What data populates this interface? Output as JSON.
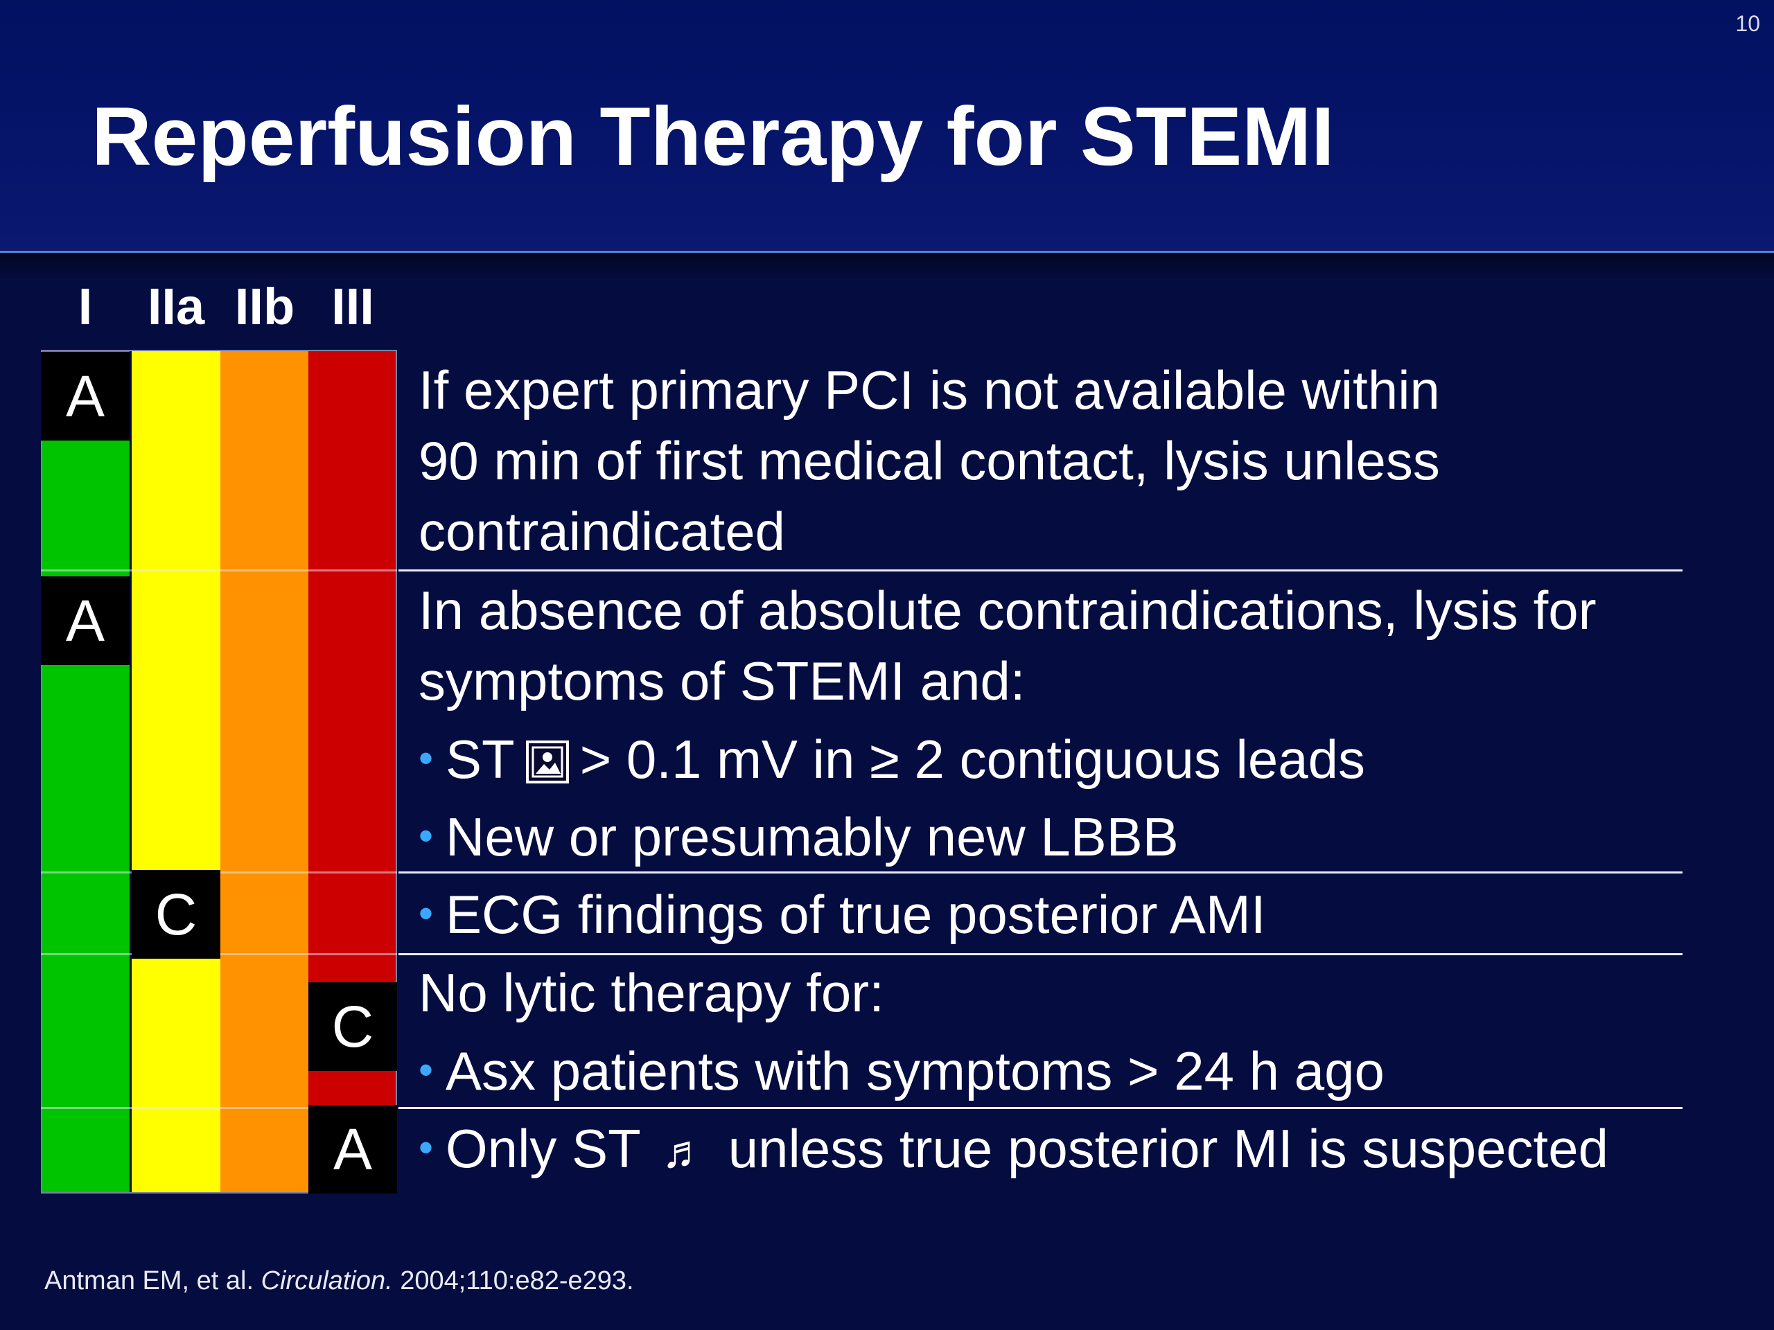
{
  "slide": {
    "number": "10",
    "title": "Reperfusion Therapy for STEMI"
  },
  "classes": {
    "I": "I",
    "IIa": "IIa",
    "IIb": "IIb",
    "III": "III"
  },
  "colors": {
    "class_I": "#00c400",
    "class_IIa": "#ffff00",
    "class_IIb": "#ff9200",
    "class_III": "#cc0000",
    "bullet": "#3aa8ff"
  },
  "recommendations": [
    {
      "level": "A",
      "class": "I",
      "lines": [
        "If expert primary PCI is not available within",
        "90 min of first medical contact, lysis unless",
        "contraindicated"
      ]
    },
    {
      "level": "A",
      "class": "I",
      "lines": [
        "In absence of absolute contraindications, lysis for",
        "symptoms of STEMI and:"
      ],
      "bullets": [
        {
          "pre": "ST",
          "icon": "broken-image-icon",
          "post": "> 0.1 mV in ≥ 2 contiguous leads"
        },
        {
          "text": "New or presumably new LBBB"
        }
      ]
    },
    {
      "level": "C",
      "class": "IIa",
      "bullets": [
        {
          "text": "ECG findings of true posterior AMI"
        }
      ]
    },
    {
      "level": "C",
      "class": "III",
      "lines": [
        "No lytic therapy for:"
      ],
      "bullets": [
        {
          "text": "Asx patients with symptoms > 24 h ago"
        }
      ]
    },
    {
      "level": "A",
      "class": "III",
      "bullets": [
        {
          "pre": "Only ST",
          "icon": "music-note-icon",
          "post": "unless true posterior MI is suspected"
        }
      ]
    }
  ],
  "citation": {
    "authors": "Antman EM, et al.",
    "journal": "Circulation.",
    "ref": "2004;110:e82-e293."
  }
}
